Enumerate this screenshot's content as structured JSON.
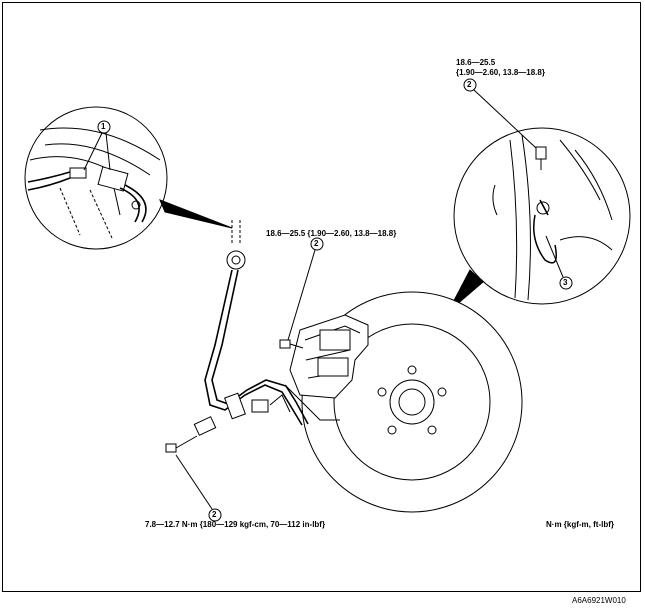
{
  "torque_top_right": {
    "line1": "18.6—25.5",
    "line2": "{1.90—2.60, 13.8—18.8}"
  },
  "torque_mid": "18.6—25.5 {1.90—2.60, 13.8—18.8}",
  "torque_bottom": "7.8—12.7 N·m {180—129 kgf-cm, 70—112 in-lbf}",
  "units": "N·m {kgf-m, ft-lbf}",
  "figure_code": "A6A6921W010",
  "callouts": {
    "connector": "1",
    "bolt": "2",
    "sensor": "3"
  }
}
